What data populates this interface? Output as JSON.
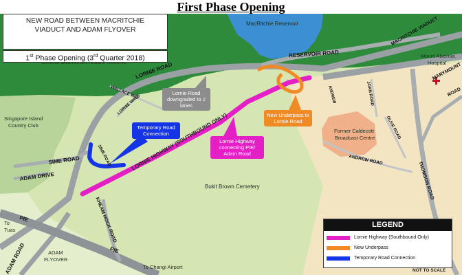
{
  "heading": "First Phase Opening",
  "title_box": {
    "line1": "NEW ROAD BETWEEN MACRITCHIE",
    "line2": "VIADUCT AND ADAM FLYOVER",
    "phase_prefix": "1",
    "phase_sup1": "st",
    "phase_mid": " Phase Opening (3",
    "phase_sup2": "rd",
    "phase_suffix": " Quarter 2018)"
  },
  "areas": {
    "reservoir": "MacRitchie Reservoir",
    "catchment": "Central Catchment Nature Reserve",
    "country_club_1": "Singapore Island",
    "country_club_2": "Country Club",
    "cemetery": "Bukit Brown Cemetery",
    "broadcast_1": "Former Caldecott",
    "broadcast_2": "Broadcast Centre",
    "hospital_1": "Mount Alvernia",
    "hospital_2": "Hospital",
    "adam_flyover_1": "ADAM",
    "adam_flyover_2": "FLYOVER",
    "tuas_1": "To",
    "tuas_2": "Tuas",
    "changi": "To Changi Airport"
  },
  "roads": {
    "reservoir_road": "RESERVOIR ROAD",
    "lornie_road": "LORNIE ROAD",
    "macritchie_viaduct": "MACRITCHIE VIADUCT",
    "marymount": "MARYMOUNT",
    "road": "ROAD",
    "wallace_way": "WALLACE WAY",
    "lornie_walk": "LORNIE WALK",
    "sime_road_small": "SIME ROAD",
    "sime_road": "SIME ROAD",
    "adam_drive": "ADAM DRIVE",
    "adam_road": "ADAM ROAD",
    "pie_left": "PIE",
    "pie_bottom": "PIE",
    "kheam_hock": "KHEAM HOCK ROAD",
    "lornie_highway": "LORNIE HIGHWAY (SOUTHBOUND ONLY)",
    "andrew_road": "ANDREW ROAD",
    "olive_road": "OLIVE ROAD",
    "joan_road": "JOAN ROAD",
    "andrew_small": "ANDREW",
    "thomson_road": "THOMSON ROAD"
  },
  "callouts": {
    "lornie_downgraded": "Lornie Road downgraded to 2 lanes",
    "temp_connection": "Temporary Road Connection",
    "highway_connecting": "Lornie Highway connecting PIE/ Adam Road",
    "new_underpass": "New Underpass to Lornie Road"
  },
  "legend": {
    "title": "LEGEND",
    "items": [
      {
        "label": "Lornie Highway (Southbound Only)",
        "color": "#e51fc6"
      },
      {
        "label": "New Underpass",
        "color": "#f08a24"
      },
      {
        "label": "Temporary Road Connection",
        "color": "#1434e6"
      }
    ]
  },
  "scale_note": "NOT TO SCALE",
  "colors": {
    "forest": "#2e8b3c",
    "water": "#3d8fd4",
    "land": "#d6e6b3",
    "urban": "#f3e4c2",
    "road": "#9aa0a4",
    "highway": "#e51fc6",
    "underpass": "#f08a24",
    "temporary": "#1434e6",
    "callout_grey": "#8c8c8c"
  }
}
